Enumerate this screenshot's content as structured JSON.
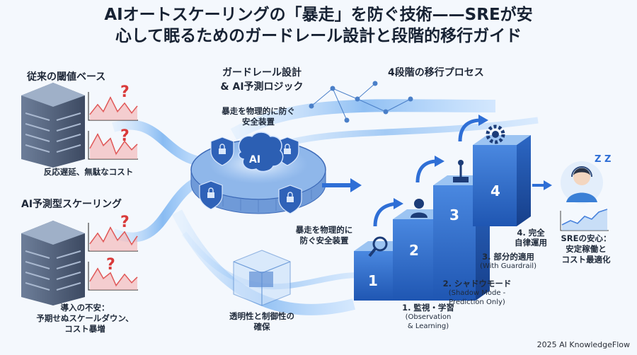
{
  "title": {
    "line1": "AIオートスケーリングの「暴走」を防ぐ技術——SREが安",
    "line2": "心して眠るためのガードレール設計と段階的移行ガイド"
  },
  "legacy": {
    "heading": "従来の閾値ベース",
    "caption": "反応遅延、無駄なコスト"
  },
  "predictive": {
    "heading": "AI予測型スケーリング",
    "caption_line1": "導入の不安：",
    "caption_line2": "予期せぬスケールダウン、",
    "caption_line3": "コスト暴増"
  },
  "guardrail": {
    "heading_line1": "ガードレール設計",
    "heading_line2": "& AI予測ロジック",
    "shield_label_top_line1": "暴走を物理的に防ぐ",
    "shield_label_top_line2": "安全装置",
    "shield_label_right_line1": "暴走を物理的に",
    "shield_label_right_line2": "防ぐ安全装置",
    "core_label": "AI",
    "box_caption_line1": "透明性と制御性の",
    "box_caption_line2": "確保"
  },
  "process": {
    "heading": "4段階の移行プロセス",
    "steps": [
      {
        "number": "1",
        "label": "1. 監視・学習",
        "sub_line1": "(Observation",
        "sub_line2": "& Learning)"
      },
      {
        "number": "2",
        "label": "2. シャドウモード",
        "sub_line1": "(Shadow Mode -",
        "sub_line2": "Prediction Only)"
      },
      {
        "number": "3",
        "label": "3. 部分的適用",
        "sub_line1": "(With Guardrail)",
        "sub_line2": ""
      },
      {
        "number": "4",
        "label_line1": "4. 完全",
        "label_line2": "自律運用"
      }
    ]
  },
  "sre": {
    "zz": "Z Z",
    "caption_line1": "SREの安心：",
    "caption_line2": "安定稼働と",
    "caption_line3": "コスト最適化"
  },
  "footer": "2025 AI KnowledgeFlow",
  "colors": {
    "accent_blue": "#2f6fd6",
    "dark_blue": "#1f4fa8",
    "light_blue": "#8fc0f2",
    "alert_red": "#d93a3a"
  },
  "icons": [
    "server-rack-icon",
    "line-chart-icon",
    "question-mark-icon",
    "shield-lock-icon",
    "brain-icon",
    "magnifier-icon",
    "person-icon",
    "joystick-icon",
    "gear-icon",
    "operator-avatar-icon",
    "arrow-icon"
  ]
}
